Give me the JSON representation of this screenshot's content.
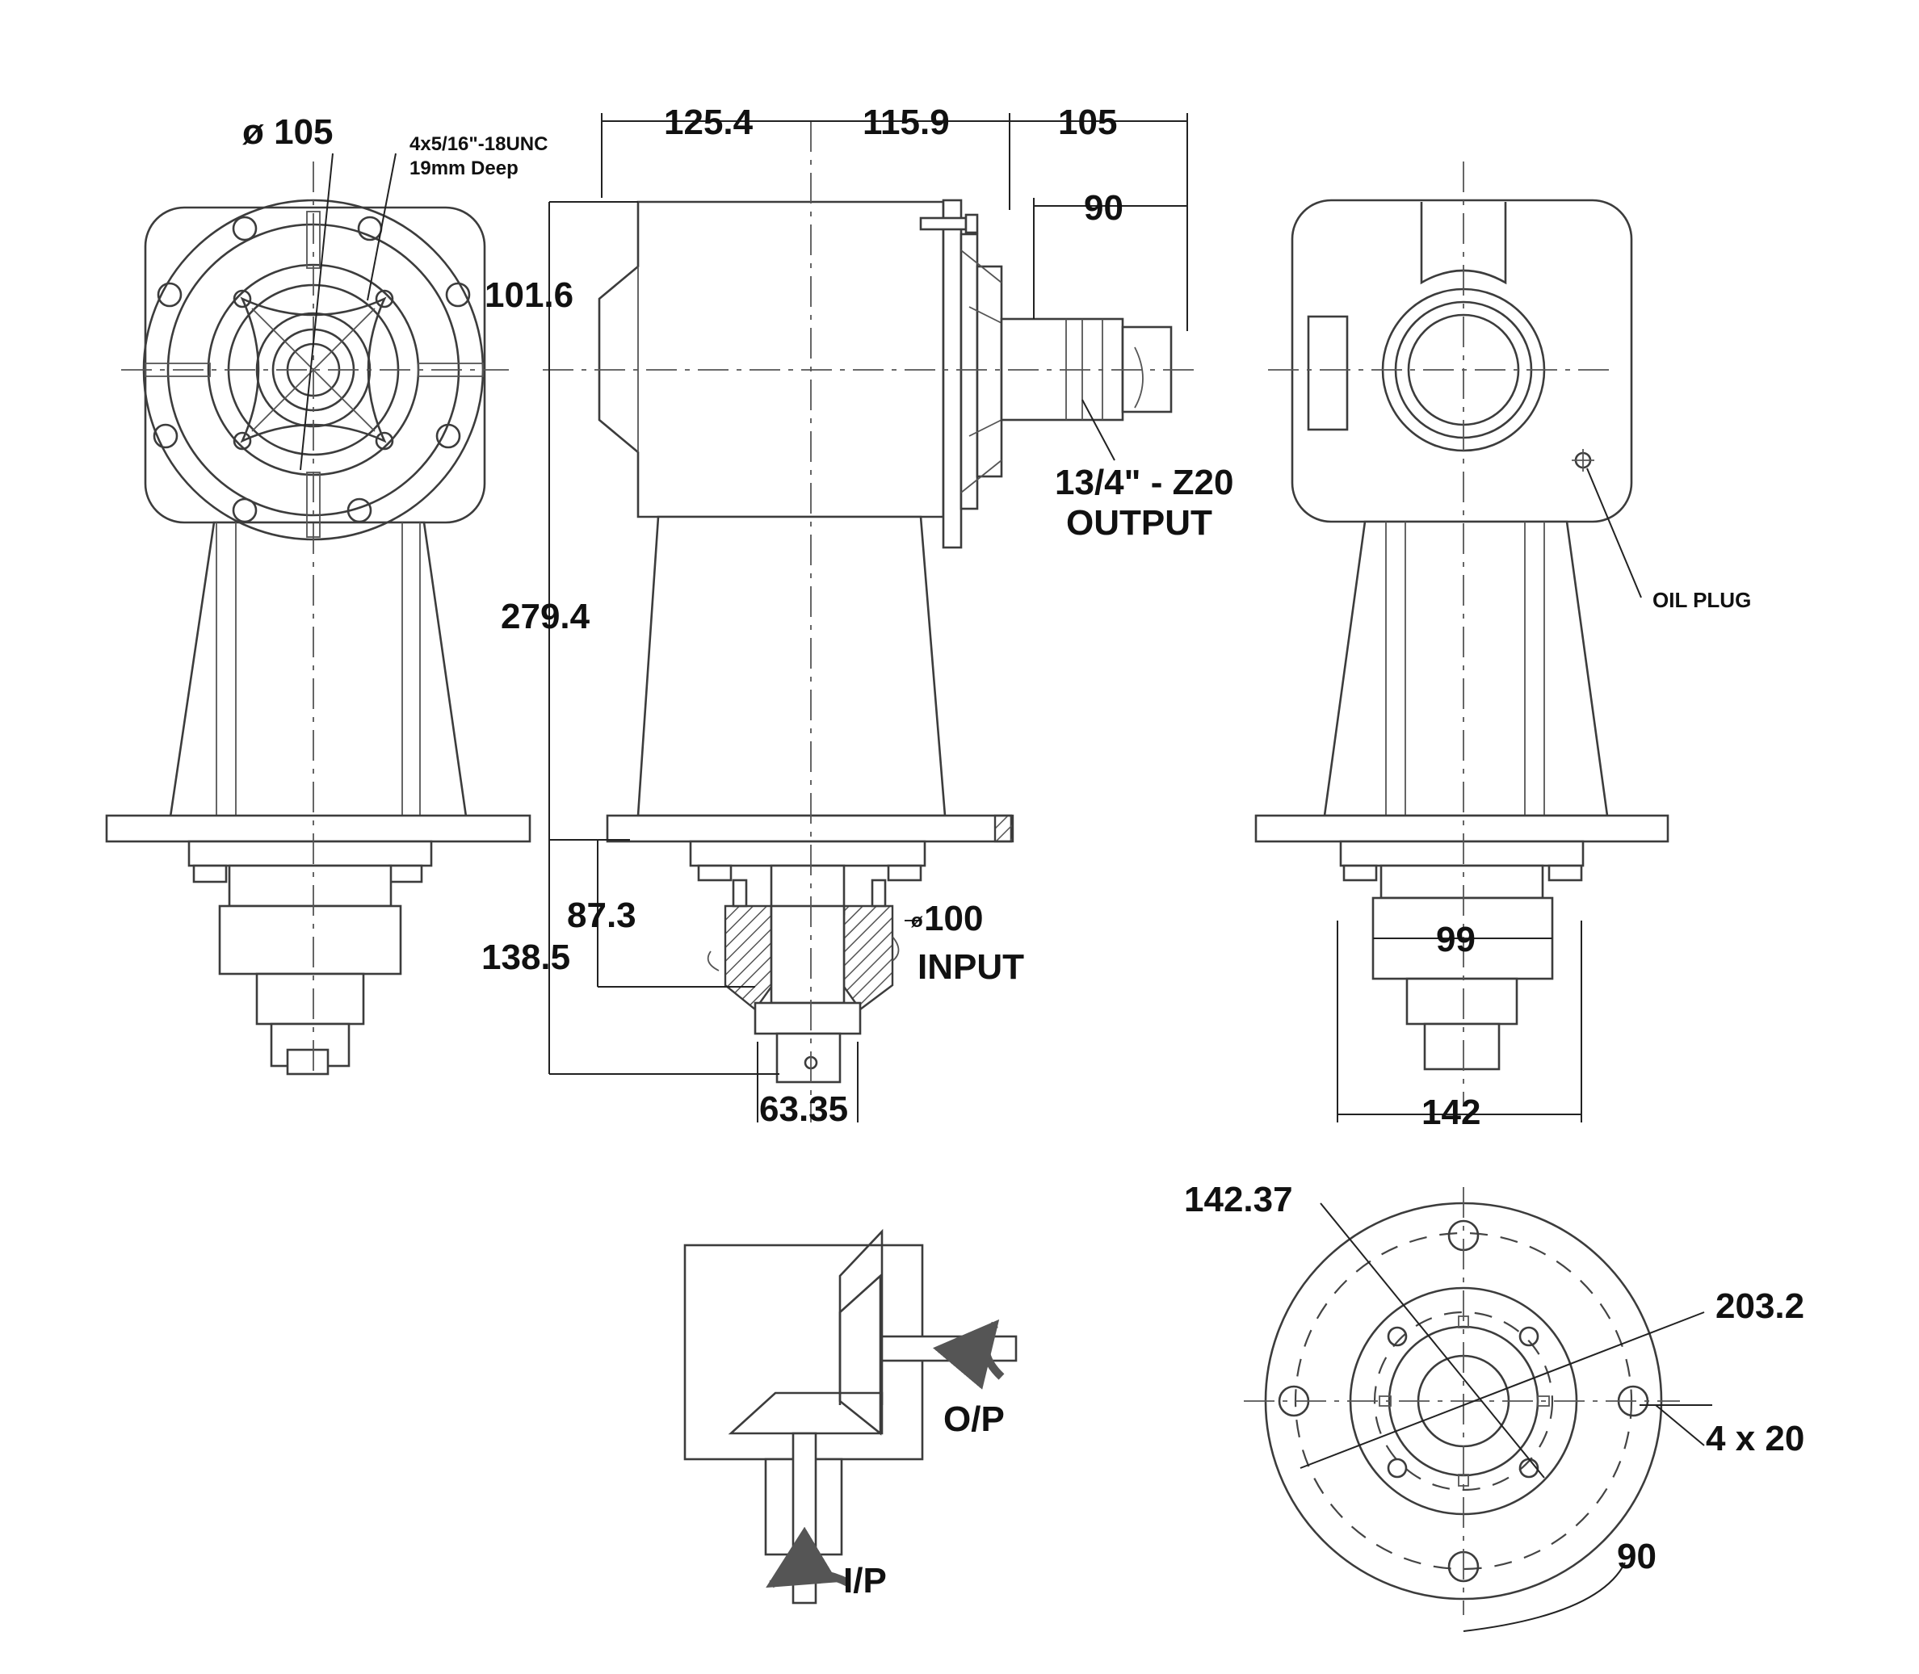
{
  "labels": {
    "front_diameter": "ø 105",
    "thread_line1": "4x5/16\"-18UNC",
    "thread_line2": "19mm Deep",
    "dim_125_4": "125.4",
    "dim_115_9": "115.9",
    "dim_105": "105",
    "dim_90_top": "90",
    "dim_101_6": "101.6",
    "dim_279_4": "279.4",
    "output_line1": "13/4\" - Z20",
    "output_line2": "OUTPUT",
    "oil_plug": "OIL PLUG",
    "dim_87_3": "87.3",
    "dim_138_5": "138.5",
    "input_dia_symbol": "ø",
    "input_dia_value": "100",
    "input_label": "INPUT",
    "dim_63_35": "63.35",
    "dim_99": "99",
    "dim_142": "142",
    "op_label": "O/P",
    "ip_label": "I/P",
    "dim_142_37": "142.37",
    "dim_203_2": "203.2",
    "holes": "4 x 20",
    "angle_90": "90"
  },
  "colors": {
    "line": "#3c3c3c",
    "text": "#111111",
    "background": "#ffffff",
    "arrow": "#555555"
  }
}
